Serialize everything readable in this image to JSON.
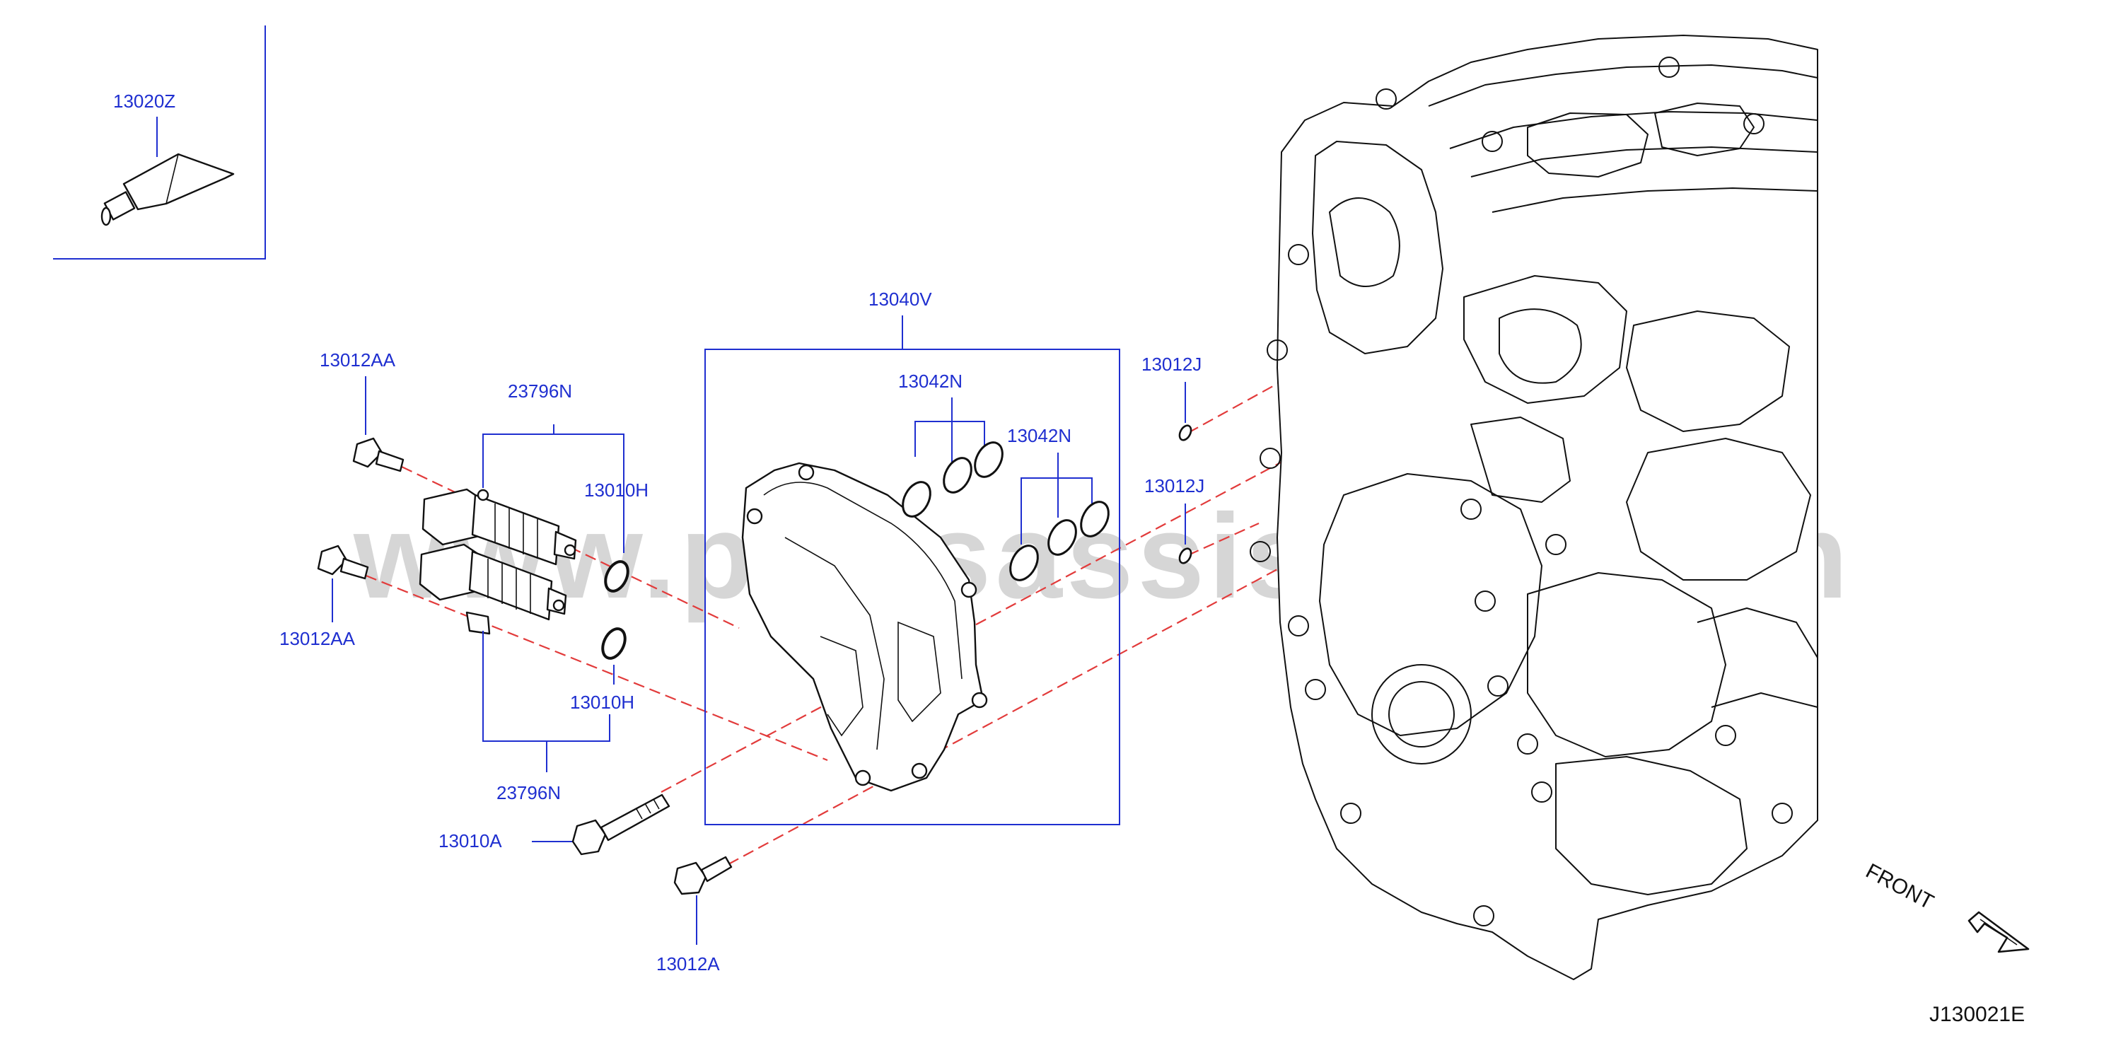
{
  "watermark": "www.partsassistant.com",
  "diagram_code": "J130021E",
  "front_label": "FRONT",
  "callouts": {
    "sealant": "13020Z",
    "bolt_top": "13012AA",
    "bolt_mid": "13012AA",
    "solenoid_top": "23796N",
    "solenoid_bottom": "23796N",
    "oring_top": "13010H",
    "oring_bottom": "13010H",
    "cover_assy": "13040V",
    "seal_set_1": "13042N",
    "seal_set_2": "13042N",
    "washer_top": "13012J",
    "washer_bottom": "13012J",
    "long_bolt": "13010A",
    "bottom_bolt": "13012A"
  },
  "colors": {
    "label_blue": "#1f2fd0",
    "guide_red": "#e23b3b",
    "watermark_gray": "#d6d6d6"
  }
}
